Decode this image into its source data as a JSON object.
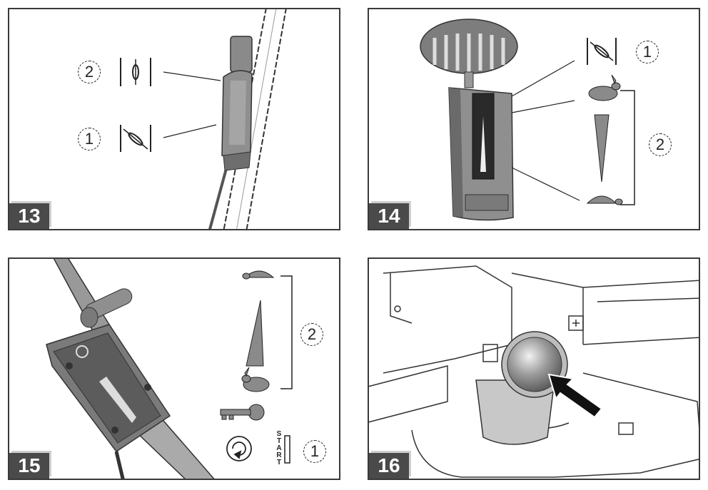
{
  "panels": [
    {
      "number": "13",
      "callouts": [
        "2",
        "1"
      ]
    },
    {
      "number": "14",
      "callouts": [
        "1",
        "2"
      ]
    },
    {
      "number": "15",
      "callouts": [
        "2",
        "1"
      ],
      "start_label": [
        "S",
        "T",
        "A",
        "R",
        "T"
      ]
    },
    {
      "number": "16"
    }
  ],
  "colors": {
    "frame": "#3a3a3a",
    "badge": "#4a4a4a",
    "part_gray": "#8f8f8f",
    "line": "#222222"
  },
  "icons": [
    "choke-closed-icon",
    "choke-open-icon",
    "hare-fast-icon",
    "tortoise-slow-icon",
    "key-icon",
    "rotate-start-icon",
    "arrow-pointer-icon"
  ]
}
